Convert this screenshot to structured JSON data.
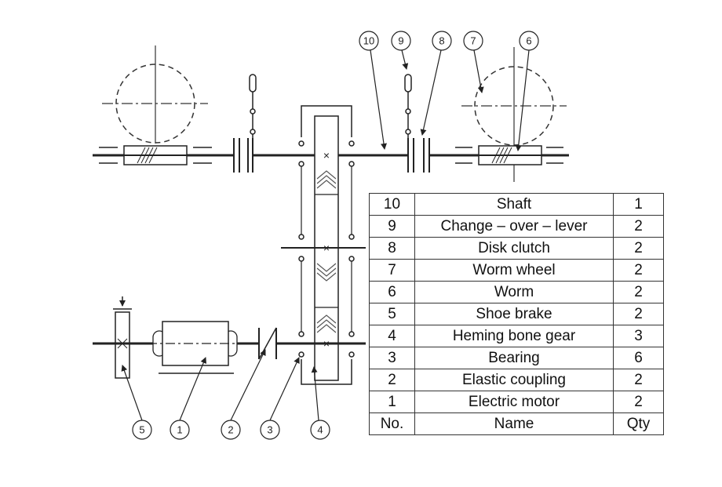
{
  "diagram": {
    "callouts": [
      "10",
      "9",
      "8",
      "7",
      "6",
      "5",
      "1",
      "2",
      "3",
      "4"
    ]
  },
  "table": {
    "header": {
      "no": "No.",
      "name": "Name",
      "qty": "Qty"
    },
    "rows": [
      {
        "no": "10",
        "name": "Shaft",
        "qty": "1"
      },
      {
        "no": "9",
        "name": "Change – over – lever",
        "qty": "2"
      },
      {
        "no": "8",
        "name": "Disk clutch",
        "qty": "2"
      },
      {
        "no": "7",
        "name": "Worm wheel",
        "qty": "2"
      },
      {
        "no": "6",
        "name": "Worm",
        "qty": "2"
      },
      {
        "no": "5",
        "name": "Shoe brake",
        "qty": "2"
      },
      {
        "no": "4",
        "name": "Heming bone gear",
        "qty": "3"
      },
      {
        "no": "3",
        "name": "Bearing",
        "qty": "6"
      },
      {
        "no": "2",
        "name": "Elastic coupling",
        "qty": "2"
      },
      {
        "no": "1",
        "name": "Electric motor",
        "qty": "2"
      }
    ]
  }
}
